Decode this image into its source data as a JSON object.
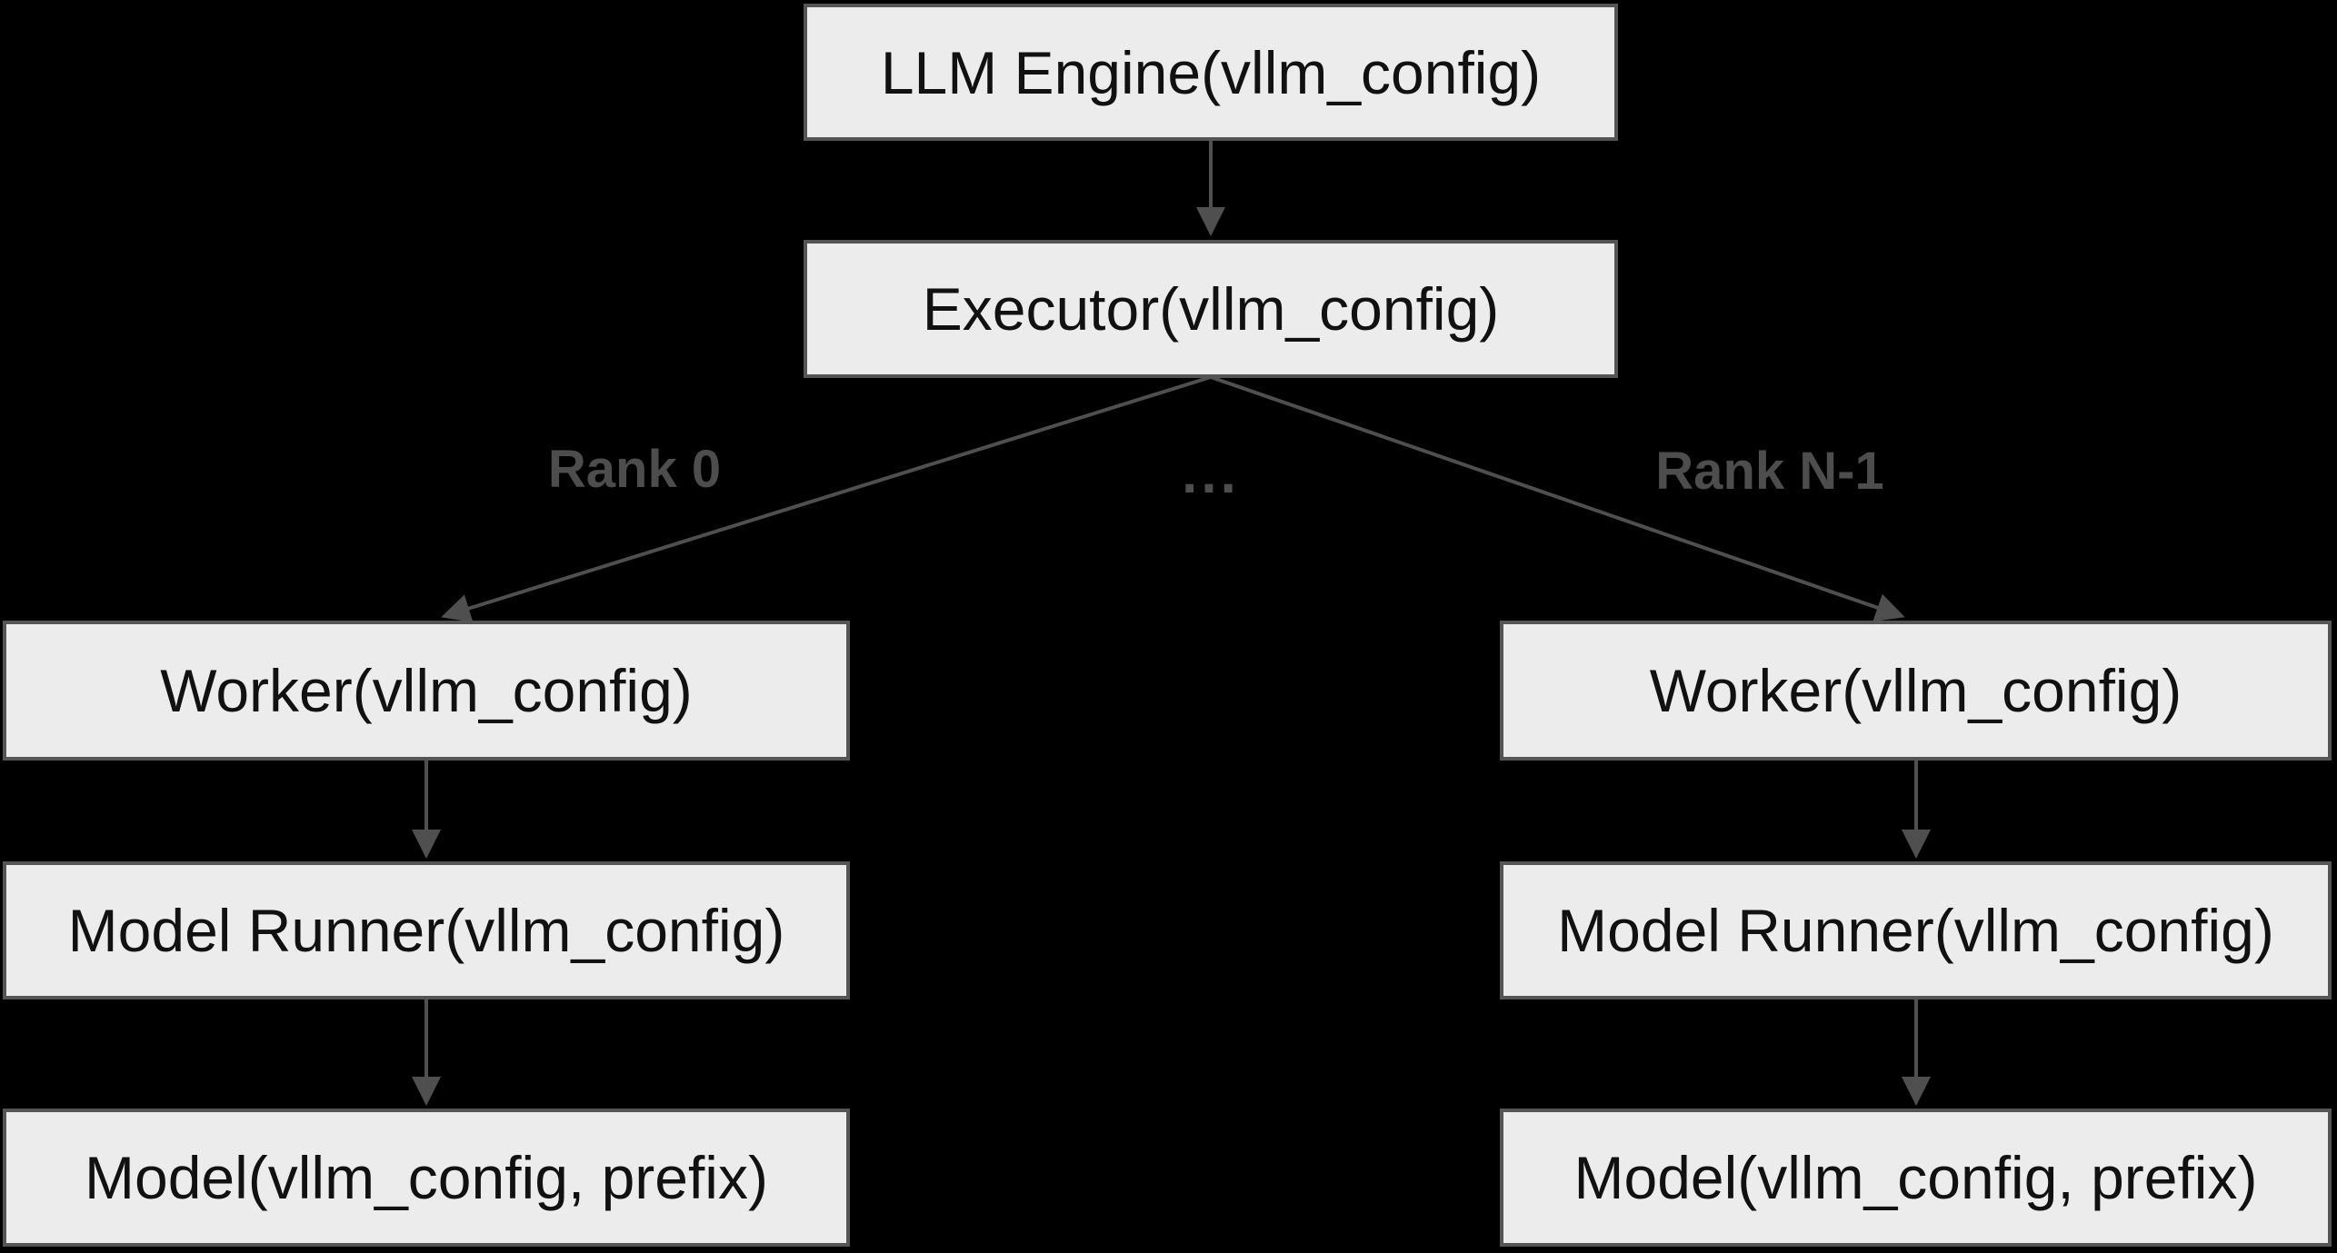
{
  "diagram": {
    "nodes": {
      "engine": {
        "label": "LLM Engine(vllm_config)"
      },
      "executor": {
        "label": "Executor(vllm_config)"
      },
      "worker_left": {
        "label": "Worker(vllm_config)"
      },
      "runner_left": {
        "label": "Model Runner(vllm_config)"
      },
      "model_left": {
        "label": "Model(vllm_config, prefix)"
      },
      "worker_right": {
        "label": "Worker(vllm_config)"
      },
      "runner_right": {
        "label": "Model Runner(vllm_config)"
      },
      "model_right": {
        "label": "Model(vllm_config, prefix)"
      }
    },
    "edge_labels": {
      "rank0": "Rank 0",
      "ellipsis": "...",
      "rank_n_minus_1": "Rank N-1"
    },
    "colors": {
      "background": "#000000",
      "node_fill": "#ececec",
      "node_border": "#555555",
      "node_text": "#111111",
      "edge": "#4f4f4f",
      "edge_label": "#4d4d4d"
    }
  }
}
